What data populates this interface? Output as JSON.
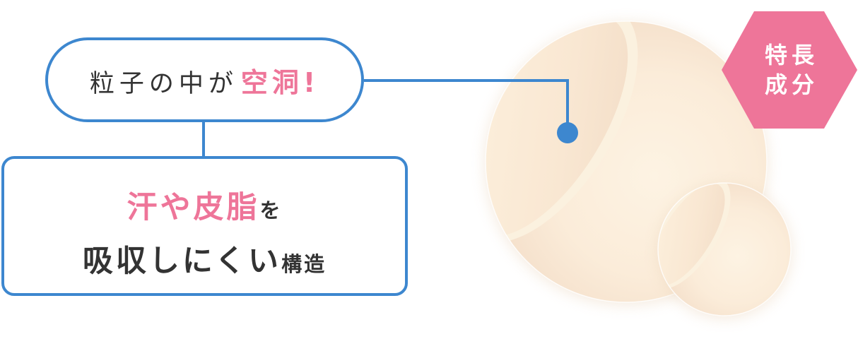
{
  "callout": {
    "prefix": "粒子の中が",
    "highlight": "空洞!"
  },
  "description": {
    "line1_highlight": "汗や皮脂",
    "line1_suffix": "を",
    "line2_main": "吸収しにくい",
    "line2_suffix": "構造"
  },
  "badge": {
    "line1": "特長",
    "line2": "成分",
    "color": "#ee7599"
  },
  "colors": {
    "accent_blue": "#3d87cf",
    "highlight_pink": "#ee7599",
    "text_dark": "#333333",
    "particle_cream": "#fbecd8"
  },
  "illustration": {
    "subject": "hollow-particle-spheres"
  }
}
